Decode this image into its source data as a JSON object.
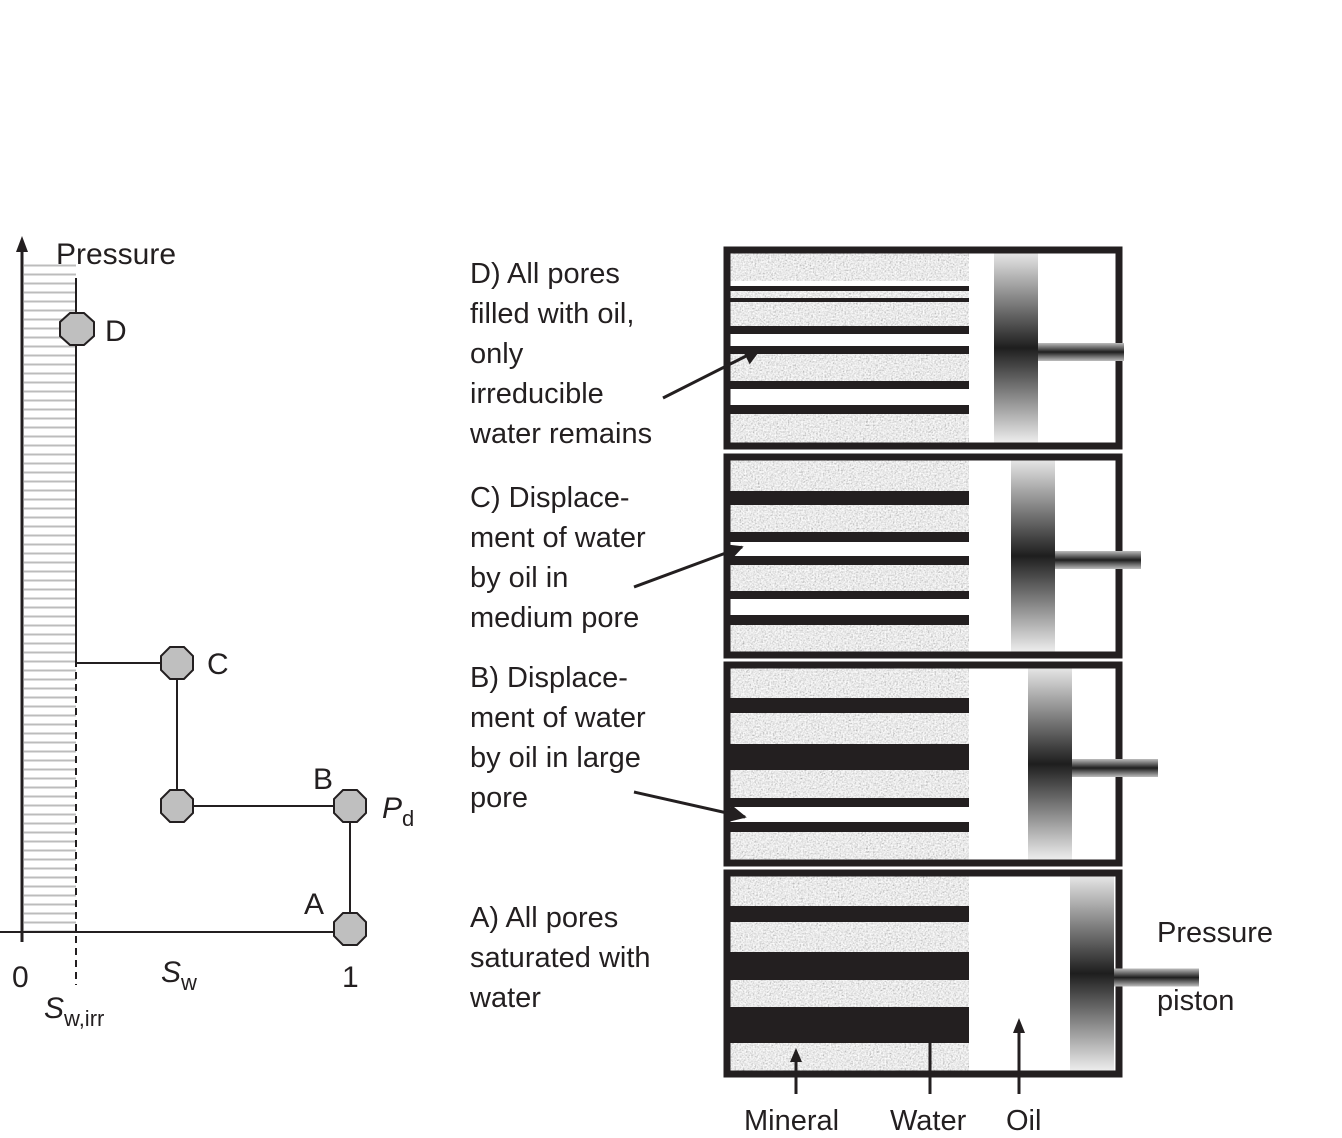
{
  "graph": {
    "y_axis_label": "Pressure",
    "x_axis_label_main": "S",
    "x_axis_label_sub": "w",
    "tick_zero": "0",
    "tick_one": "1",
    "swirr_main": "S",
    "swirr_sub": "w,irr",
    "point_labels": {
      "a": "A",
      "b": "B",
      "c": "C",
      "d": "D"
    },
    "pd_main": "P",
    "pd_sub": "d"
  },
  "panels": {
    "d_caption": [
      "D) All pores",
      "filled with oil,",
      "only",
      "irreducible",
      "water remains"
    ],
    "c_caption": [
      "C) Displace-",
      "ment of water",
      "by oil in",
      "medium pore"
    ],
    "b_caption": [
      "B) Displace-",
      "ment of water",
      "by oil in large",
      "pore"
    ],
    "a_caption": [
      "A) All pores",
      "saturated with",
      "water"
    ]
  },
  "labels": {
    "mineral": "Mineral",
    "water": "Water",
    "oil": "Oil",
    "pressure_piston_line1": "Pressure",
    "pressure_piston_line2": "piston"
  },
  "colors": {
    "line": "#231f20",
    "point_fill": "#bfbfbf",
    "hatch": "#c9c9c9"
  }
}
